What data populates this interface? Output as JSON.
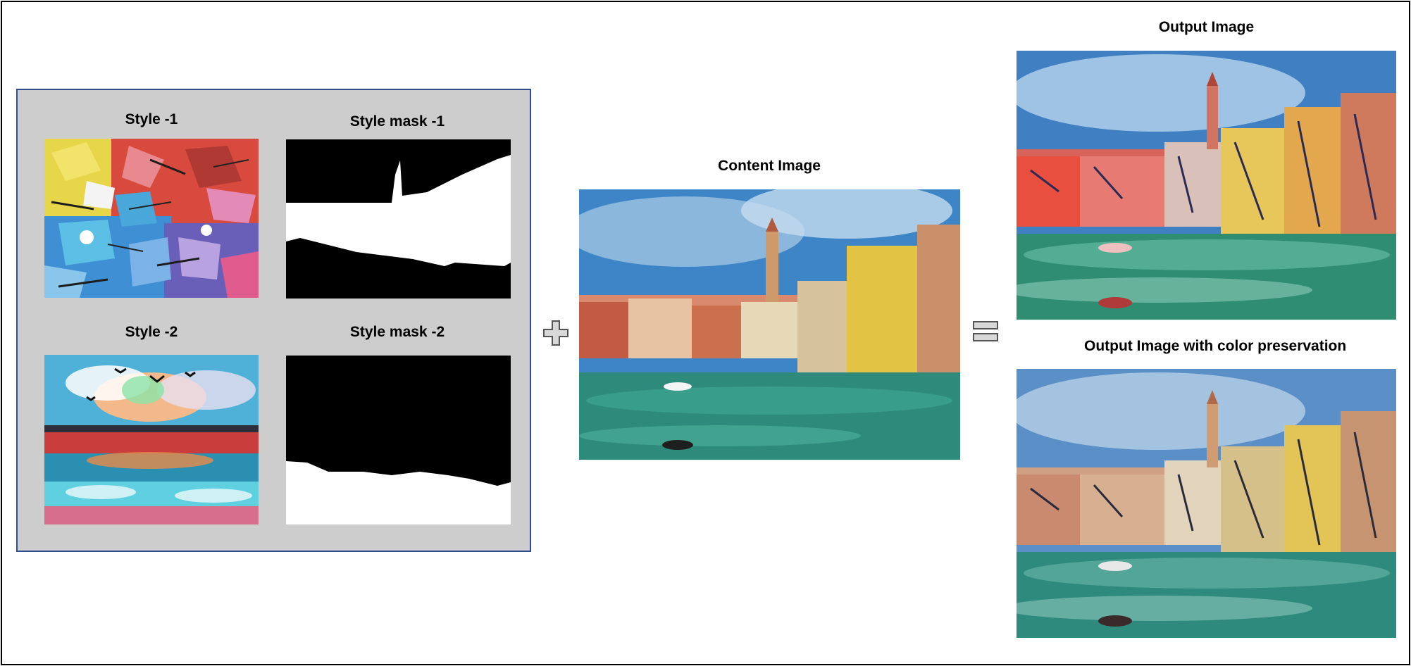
{
  "labels": {
    "style_1": "Style -1",
    "style_mask_1": "Style mask -1",
    "style_2": "Style -2",
    "style_mask_2": "Style mask -2",
    "content": "Content Image",
    "output": "Output Image",
    "output_color": "Output Image with color preservation"
  },
  "colors": {
    "panel_background": "#cdcdcd",
    "panel_border": "#2e4c8f",
    "operator_fill": "#d8d8d8",
    "operator_stroke": "#555555"
  },
  "operators": {
    "plus": "plus-icon",
    "equals": "equals-icon"
  }
}
